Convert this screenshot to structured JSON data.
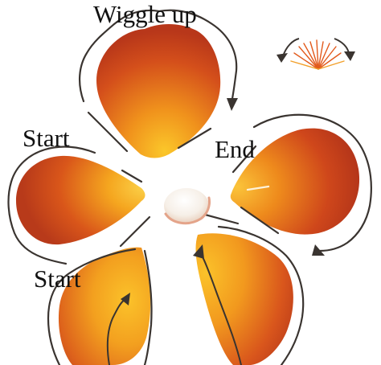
{
  "labels": {
    "wiggle_up": "Wiggle up",
    "start_left": "Start",
    "end_right": "End",
    "start_bottom": "Start"
  },
  "colors": {
    "petal_red": "#c8401a",
    "petal_orange": "#e87a1c",
    "petal_yellow": "#f6b21e",
    "stroke": "#3a3430",
    "center": "#f3ece4"
  },
  "icons": [
    "petal",
    "brush-stroke-arrow",
    "arrowhead",
    "flower-center"
  ]
}
